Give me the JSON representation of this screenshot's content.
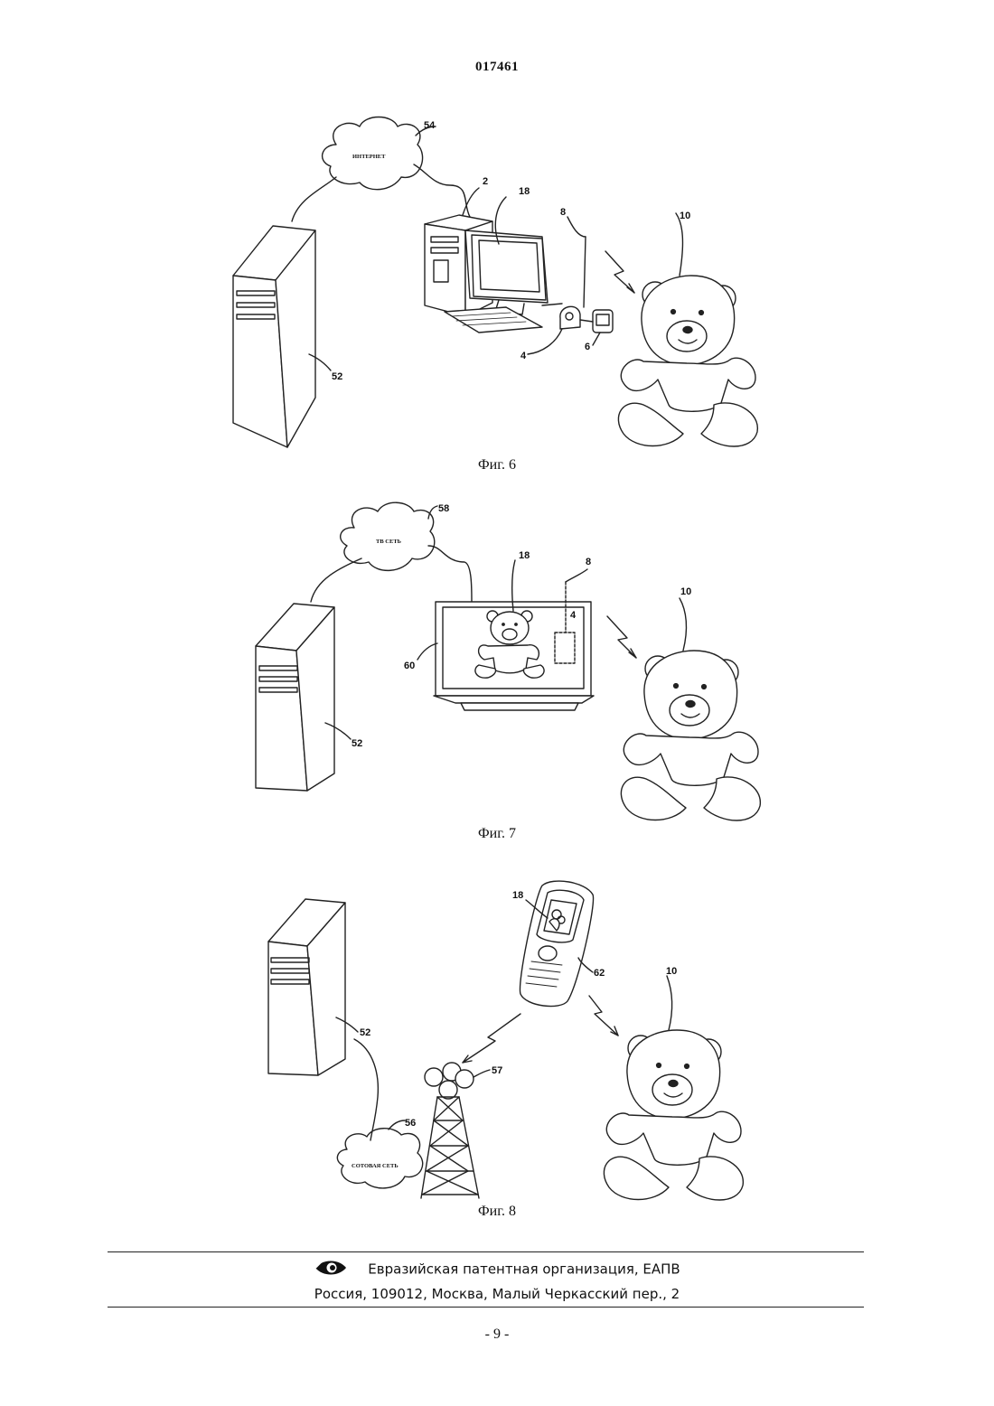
{
  "header": {
    "doc_number": "017461"
  },
  "figures": [
    {
      "caption": "Фиг. 6",
      "cloud_text": "ИНТЕРНЕТ",
      "refs": {
        "cloud": "54",
        "computer": "2",
        "screen": "18",
        "antenna": "8",
        "toy": "10",
        "speaker": "4",
        "dongle": "6",
        "server": "52"
      }
    },
    {
      "caption": "Фиг. 7",
      "cloud_text": "ТВ СЕТЬ",
      "refs": {
        "cloud": "58",
        "screen": "18",
        "antenna": "8",
        "module": "4",
        "toy": "10",
        "tv": "60",
        "server": "52"
      }
    },
    {
      "caption": "Фиг. 8",
      "cloud_text": "СОТОВАЯ СЕТЬ",
      "refs": {
        "screen": "18",
        "phone": "62",
        "toy": "10",
        "server": "52",
        "tower": "57",
        "cloud": "56"
      }
    }
  ],
  "footer": {
    "org_name": "Евразийская патентная организация, ЕАПВ",
    "address": "Россия, 109012, Москва, Малый Черкасский пер., 2"
  },
  "page_number": "- 9 -"
}
